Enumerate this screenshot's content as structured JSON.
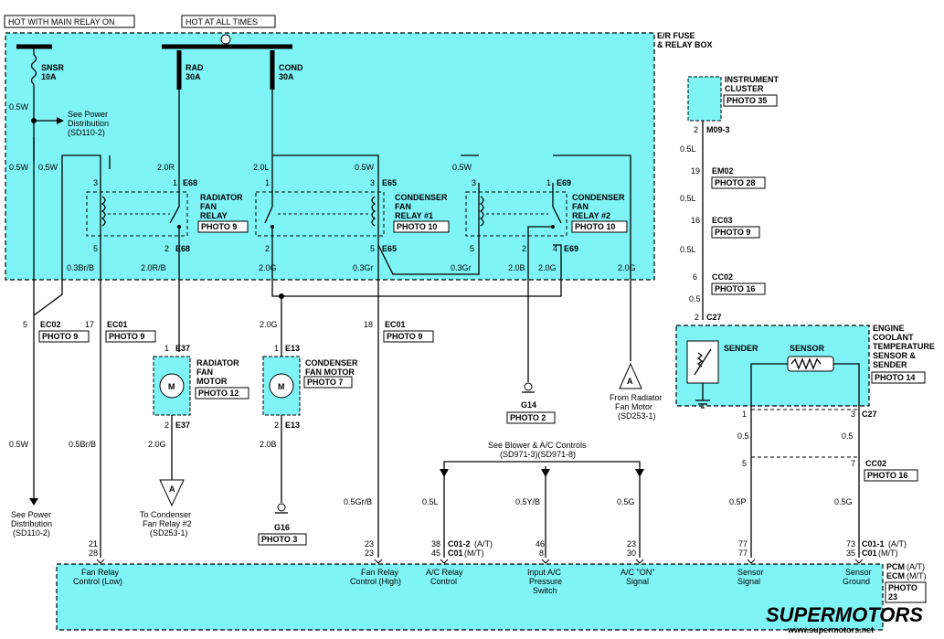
{
  "headers": {
    "main_relay": "HOT WITH MAIN RELAY ON",
    "at_all_times": "HOT AT ALL TIMES"
  },
  "fuse_box": {
    "line1": "E/R FUSE",
    "line2": "& RELAY BOX"
  },
  "fuses": {
    "snsr": {
      "name": "SNSR",
      "rating": "10A"
    },
    "rad": {
      "name": "RAD",
      "rating": "30A"
    },
    "cond": {
      "name": "COND",
      "rating": "30A"
    }
  },
  "power_dist": {
    "line1": "See Power",
    "line2": "Distribution",
    "line3": "(SD110-2)"
  },
  "wires": {
    "w05W_a": "0.5W",
    "w05W_b": "0.5W",
    "w05W_c": "0.5W",
    "w05W_d": "0.5W",
    "w05W_e": "0.5W",
    "w05W_bottom": "0.5W",
    "w20R": "2.0R",
    "w20L": "2.0L",
    "w03BrB": "0.3Br/B",
    "w20RB": "2.0R/B",
    "w20G_a": "2.0G",
    "w03Gr": "0.3Gr",
    "w03Gr_b": "0.3Gr",
    "w20B": "2.0B",
    "w20G_b": "2.0G",
    "w20G_c": "2.0G",
    "w20G_d": "2.0G",
    "w20G_e": "2.0G",
    "w20B_b": "2.0B",
    "w05BrB": "0.5Br/B",
    "w05GrB": "0.5Gr/B",
    "w05L": "0.5L",
    "w05YB": "0.5Y/B",
    "w05G": "0.5G",
    "w05P": "0.5P",
    "w05G_b": "0.5G",
    "w05L_ic1": "0.5L",
    "w05L_ic2": "0.5L",
    "w05L_ic3": "0.5L",
    "w05_ic": "0.5",
    "w05_s1": "0.5",
    "w05_s2": "0.5"
  },
  "relays": {
    "radiator": {
      "l1": "RADIATOR",
      "l2": "FAN",
      "l3": "RELAY",
      "photo": "PHOTO 9"
    },
    "condenser1": {
      "l1": "CONDENSER",
      "l2": "FAN",
      "l3": "RELAY #1",
      "photo": "PHOTO 10"
    },
    "condenser2": {
      "l1": "CONDENSER",
      "l2": "FAN",
      "l3": "RELAY #2",
      "photo": "PHOTO 10"
    }
  },
  "connectors": {
    "E68": "E68",
    "E68b": "E68",
    "E65": "E65",
    "E65b": "E65",
    "E69": "E69",
    "E69b": "E69",
    "EC02": "EC02",
    "EC01": "EC01",
    "EC01b": "EC01",
    "E37": "E37",
    "E37b": "E37",
    "E13": "E13",
    "E13b": "E13",
    "C27": "C27",
    "C27b": "C27",
    "CC02": "CC02",
    "CC02b": "CC02",
    "M09_3": "M09-3",
    "EM02": "EM02",
    "EC03": "EC03",
    "C01_2": "C01-2",
    "C01": "C01",
    "C01_1": "C01-1",
    "C01b": "C01",
    "AT": "(A/T)",
    "MT": "(M/T)",
    "AT2": "(A/T)",
    "MT2": "(M/T)"
  },
  "pins": {
    "p3a": "3",
    "p1a": "1",
    "p5a": "5",
    "p2a": "2",
    "p1b": "1",
    "p3b": "3",
    "p2b": "2",
    "p5b": "5",
    "p5c": "5",
    "p3c": "3",
    "p1c": "1",
    "p5d": "5",
    "p2c": "2",
    "p4c": "4",
    "p5e": "5",
    "p17": "17",
    "p18": "18",
    "p1e": "1",
    "p2e": "2",
    "p1f": "1",
    "p2f": "2",
    "p21": "21",
    "p28": "28",
    "p23": "23",
    "p23b": "23",
    "p38": "38",
    "p45": "45",
    "p46": "46",
    "p8": "8",
    "p23c": "23",
    "p30": "30",
    "p77": "77",
    "p77b": "77",
    "p73": "73",
    "p35": "35",
    "p2ic": "2",
    "p19": "19",
    "p16": "16",
    "p6": "6",
    "p2c27": "2",
    "p1s": "1",
    "p3s": "3",
    "p5s": "5",
    "p7s": "7"
  },
  "photos": {
    "ec02": "PHOTO 9",
    "ec01": "PHOTO 9",
    "ec01b": "PHOTO 9",
    "e37": "PHOTO 12",
    "e13": "PHOTO 7",
    "g14": "PHOTO 2",
    "g16": "PHOTO 3",
    "ic": "PHOTO 35",
    "em02": "PHOTO 28",
    "ec03": "PHOTO 9",
    "cc02": "PHOTO 16",
    "ects": "PHOTO 14",
    "cc02b": "PHOTO 16",
    "pcm_l1": "PHOTO",
    "pcm_l2": "23"
  },
  "motors": {
    "radiator": {
      "l1": "RADIATOR",
      "l2": "FAN",
      "l3": "MOTOR",
      "symbol": "M"
    },
    "condenser": {
      "l1": "CONDENSER",
      "l2": "FAN MOTOR",
      "symbol": "M"
    }
  },
  "grounds": {
    "g14": "G14",
    "g16": "G16"
  },
  "arrows": {
    "a_label": "A",
    "a_label_b": "A",
    "from_rad": {
      "l1": "From Radiator",
      "l2": "Fan Motor",
      "l3": "(SD253-1)"
    },
    "to_cond": {
      "l1": "To Condenser",
      "l2": "Fan Relay #2",
      "l3": "(SD253-1)"
    }
  },
  "blower": {
    "l1": "See Blower & A/C Controls",
    "l2": "(SD971-3)(SD971-8)"
  },
  "instrument": {
    "l1": "INSTRUMENT",
    "l2": "CLUSTER"
  },
  "ects": {
    "l1": "ENGINE",
    "l2": "COOLANT",
    "l3": "TEMPERATURE",
    "l4": "SENSOR &",
    "l5": "SENDER",
    "sender": "SENDER",
    "sensor": "SENSOR"
  },
  "pcm": {
    "l1": "PCM",
    "l1b": "(A/T)",
    "l2": "ECM",
    "l2b": "(M/T)",
    "terminals": [
      {
        "l1": "Fan Relay",
        "l2": "Control (Low)",
        "l3": ""
      },
      {
        "l1": "Fan Relay",
        "l2": "Control (High)",
        "l3": ""
      },
      {
        "l1": "A/C Relay",
        "l2": "Control",
        "l3": ""
      },
      {
        "l1": "Input A/C",
        "l2": "Pressure",
        "l3": "Switch"
      },
      {
        "l1": "A/C \"ON\"",
        "l2": "Signal",
        "l3": ""
      },
      {
        "l1": "Sensor",
        "l2": "Signal",
        "l3": ""
      },
      {
        "l1": "Sensor",
        "l2": "Ground",
        "l3": ""
      }
    ]
  },
  "logo": {
    "name": "SUPERMOTORS",
    "url": "www.supermotors.net"
  },
  "colors": {
    "box_fill": "#7ff4f6",
    "logo_red": "#d81e1e"
  }
}
